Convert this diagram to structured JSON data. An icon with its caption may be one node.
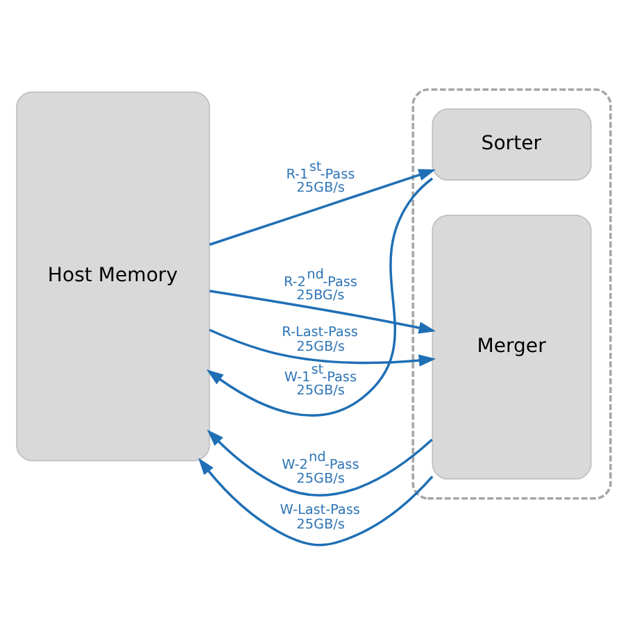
{
  "diagram": {
    "nodes": [
      {
        "text": [
          "Host Memory"
        ]
      },
      {
        "text": [],
        "shape": "box"
      },
      {
        "text": [
          "Sorter"
        ],
        "in": 1
      },
      {
        "text": [
          "Merger"
        ],
        "in": 1
      }
    ],
    "edges": [
      {
        "from": 0,
        "to": 2,
        "arrow": "to",
        "label": "R-1$^{st}$-Pass 25GB/s"
      },
      {
        "from": 2,
        "to": 0,
        "arrow": "to",
        "label": "W-1$^{st}$-Pass 25GB/s"
      },
      {
        "from": 0,
        "to": 3,
        "arrow": "to",
        "label": "R-2$^{nd}$-Pass 25BG/s"
      },
      {
        "from": 3,
        "to": 0,
        "arrow": "to",
        "label": "W-2$^{nd}$-Pass 25GB/s"
      },
      {
        "from": 0,
        "to": 3,
        "arrow": "to",
        "label": "R-Last-Pass 25GB/s"
      },
      {
        "from": 3,
        "to": 0,
        "arrow": "to",
        "label": "W-Last-Pass 25GB/s"
      }
    ]
  }
}
